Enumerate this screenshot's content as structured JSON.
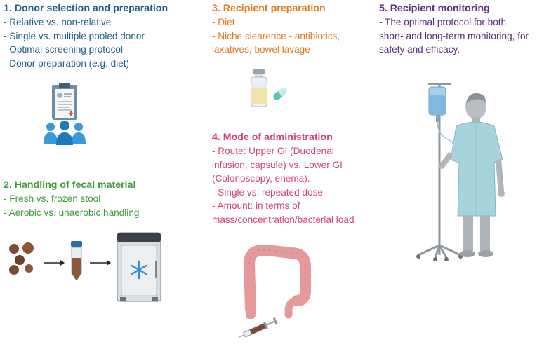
{
  "sections": {
    "donor": {
      "title": "1. Donor selection and preparation",
      "items": [
        "- Relative vs. non-relative",
        "- Single vs. multiple pooled donor",
        "- Optimal screening protocol",
        "- Donor preparation (e.g. diet)"
      ],
      "color": "#1e5f86"
    },
    "handling": {
      "title": "2. Handling of fecal material",
      "items": [
        "- Fresh vs. frozen stool",
        "- Aerobic vs. unaerobic handling"
      ],
      "color": "#3f9a3a"
    },
    "recipient_prep": {
      "title": "3. Recipient preparation",
      "items": [
        "- Diet",
        "- Niche clearence - antibiotics,",
        "laxatives, bowel lavage"
      ],
      "color": "#e07a25"
    },
    "administration": {
      "title": "4. Mode of administration",
      "items": [
        "- Route: Upper GI (Duodenal",
        "infusion, capsule) vs. Lower GI",
        "(Colonoscopy, enema).",
        "- Single vs. repeated dose",
        "- Amount: in terms of",
        "mass/concentration/bacterial load"
      ],
      "color": "#d1466d"
    },
    "monitoring": {
      "title": "5. Recipient monitoring",
      "items": [
        "- The optimal protocol for both",
        "short- and long-term monitoring, for",
        "safety and efficacy."
      ],
      "color": "#5b2a78"
    }
  },
  "icons": {
    "donor": "clipboard-with-people-icon",
    "stool": "stool-pellets-icon",
    "tube": "sample-tube-icon",
    "freezer": "freezer-snowflake-icon",
    "medicine": "vial-and-capsule-icon",
    "colon": "colon-icon",
    "syringe": "syringe-icon",
    "patient": "patient-iv-drip-icon"
  }
}
